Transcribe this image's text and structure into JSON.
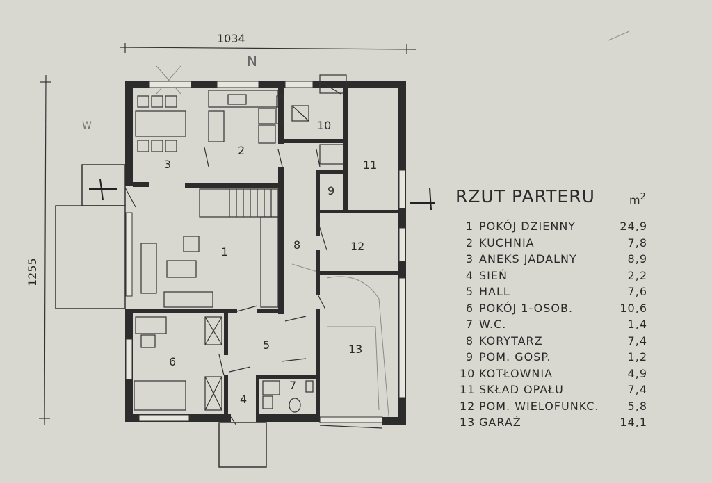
{
  "plan": {
    "dim_width": "1034",
    "dim_height": "1255",
    "north": "N",
    "west": "W"
  },
  "legend": {
    "title": "RZUT PARTERU",
    "unit": "m",
    "unit_sup": "2",
    "rooms": [
      {
        "n": "1",
        "name": "POKÓJ DZIENNY",
        "area": "24,9"
      },
      {
        "n": "2",
        "name": "KUCHNIA",
        "area": "7,8"
      },
      {
        "n": "3",
        "name": "ANEKS JADALNY",
        "area": "8,9"
      },
      {
        "n": "4",
        "name": "SIEŃ",
        "area": "2,2"
      },
      {
        "n": "5",
        "name": "HALL",
        "area": "7,6"
      },
      {
        "n": "6",
        "name": "POKÓJ 1-OSOB.",
        "area": "10,6"
      },
      {
        "n": "7",
        "name": "W.C.",
        "area": "1,4"
      },
      {
        "n": "8",
        "name": "KORYTARZ",
        "area": "7,4"
      },
      {
        "n": "9",
        "name": "POM. GOSP.",
        "area": "1,2"
      },
      {
        "n": "10",
        "name": "KOTŁOWNIA",
        "area": "4,9"
      },
      {
        "n": "11",
        "name": "SKŁAD OPAŁU",
        "area": "7,4"
      },
      {
        "n": "12",
        "name": "POM. WIELOFUNKC.",
        "area": "5,8"
      },
      {
        "n": "13",
        "name": "GARAŻ",
        "area": "14,1"
      }
    ]
  }
}
